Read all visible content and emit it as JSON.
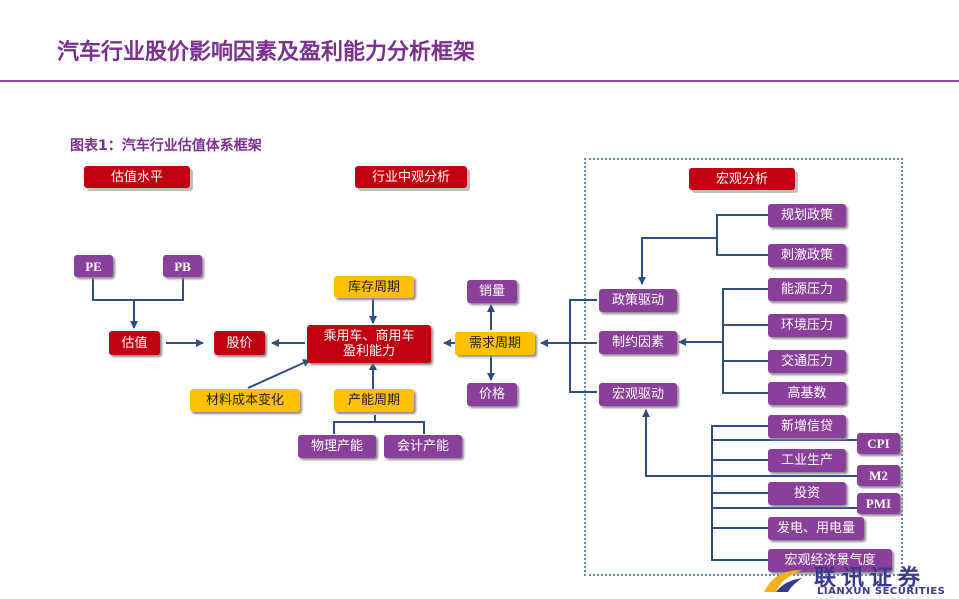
{
  "page": {
    "title": "汽车行业股价影响因素及盈利能力分析框架",
    "figure_title": "图表1：汽车行业估值体系框架"
  },
  "colors": {
    "red": "#c00010",
    "purple": "#8a3f9a",
    "yellow": "#ffc000",
    "title_purple": "#7b2f8e",
    "line_blue": "#2f4f7f"
  },
  "headers": {
    "valuation": "估值水平",
    "industry": "行业中观分析",
    "macro": "宏观分析"
  },
  "valuation": {
    "pe": "PE",
    "pb": "PB",
    "value": "估值",
    "price": "股价"
  },
  "industry": {
    "core": "乘用车、商用车\n盈利能力",
    "inventory": "库存周期",
    "demand": "需求周期",
    "sales": "销量",
    "prices": "价格",
    "material": "材料成本变化",
    "capacity": "产能周期",
    "physical": "物理产能",
    "accounting": "会计产能"
  },
  "macro": {
    "policy": "政策驱动",
    "constraint": "制约因素",
    "macro_drive": "宏观驱动",
    "plan": "规划政策",
    "stimulus": "刺激政策",
    "energy": "能源压力",
    "environment": "环境压力",
    "traffic": "交通压力",
    "base": "高基数",
    "credit": "新增信贷",
    "cpi": "CPI",
    "industrial": "工业生产",
    "m2": "M2",
    "investment": "投资",
    "pmi": "PMI",
    "power": "发电、用电量",
    "climate": "宏观经济景气度"
  },
  "logo": {
    "cn": "联讯证券",
    "en": "LIANXUN SECURITIES"
  }
}
